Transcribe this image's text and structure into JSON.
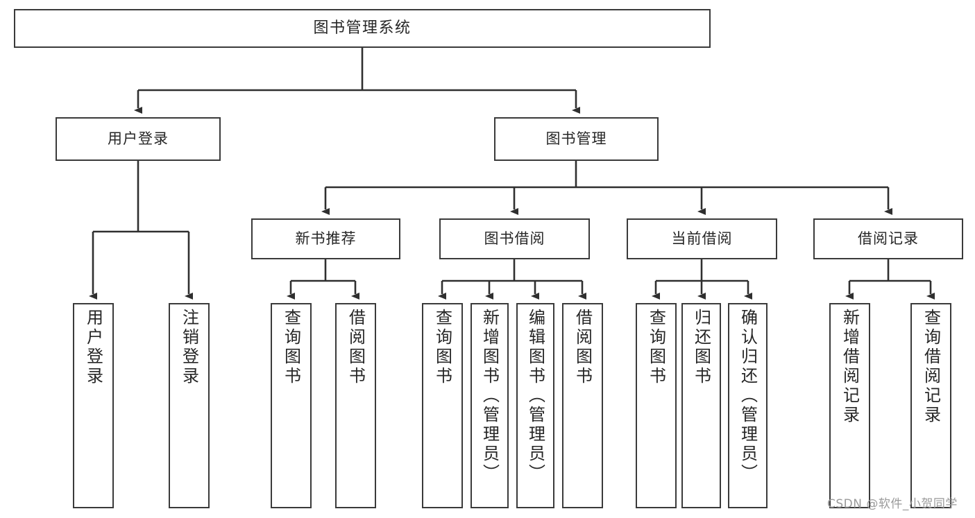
{
  "diagram": {
    "title": "图书管理系统",
    "type": "tree-hierarchy",
    "colors": {
      "box_border": "#3a3a3a",
      "box_fill": "#ffffff",
      "edge": "#2f2f2f",
      "text": "#262626",
      "watermark": "#9a9a9a"
    },
    "root": {
      "label": "图书管理系统"
    },
    "level2": [
      {
        "label": "用户登录"
      },
      {
        "label": "图书管理"
      }
    ],
    "level3": [
      {
        "label": "新书推荐"
      },
      {
        "label": "图书借阅"
      },
      {
        "label": "当前借阅"
      },
      {
        "label": "借阅记录"
      }
    ],
    "leaves": {
      "user_login": [
        {
          "label": "用户登录"
        },
        {
          "label": "注销登录"
        }
      ],
      "new_book_rec": [
        {
          "label": "查询图书"
        },
        {
          "label": "借阅图书"
        }
      ],
      "book_borrow": [
        {
          "label": "查询图书"
        },
        {
          "label": "新增图书（管理员）"
        },
        {
          "label": "编辑图书（管理员）"
        },
        {
          "label": "借阅图书"
        }
      ],
      "current_borrow": [
        {
          "label": "查询图书"
        },
        {
          "label": "归还图书"
        },
        {
          "label": "确认归还（管理员）"
        }
      ],
      "borrow_record": [
        {
          "label": "新增借阅记录"
        },
        {
          "label": "查询借阅记录"
        }
      ]
    }
  },
  "watermark": {
    "text": "CSDN @软件_小贺同学"
  }
}
